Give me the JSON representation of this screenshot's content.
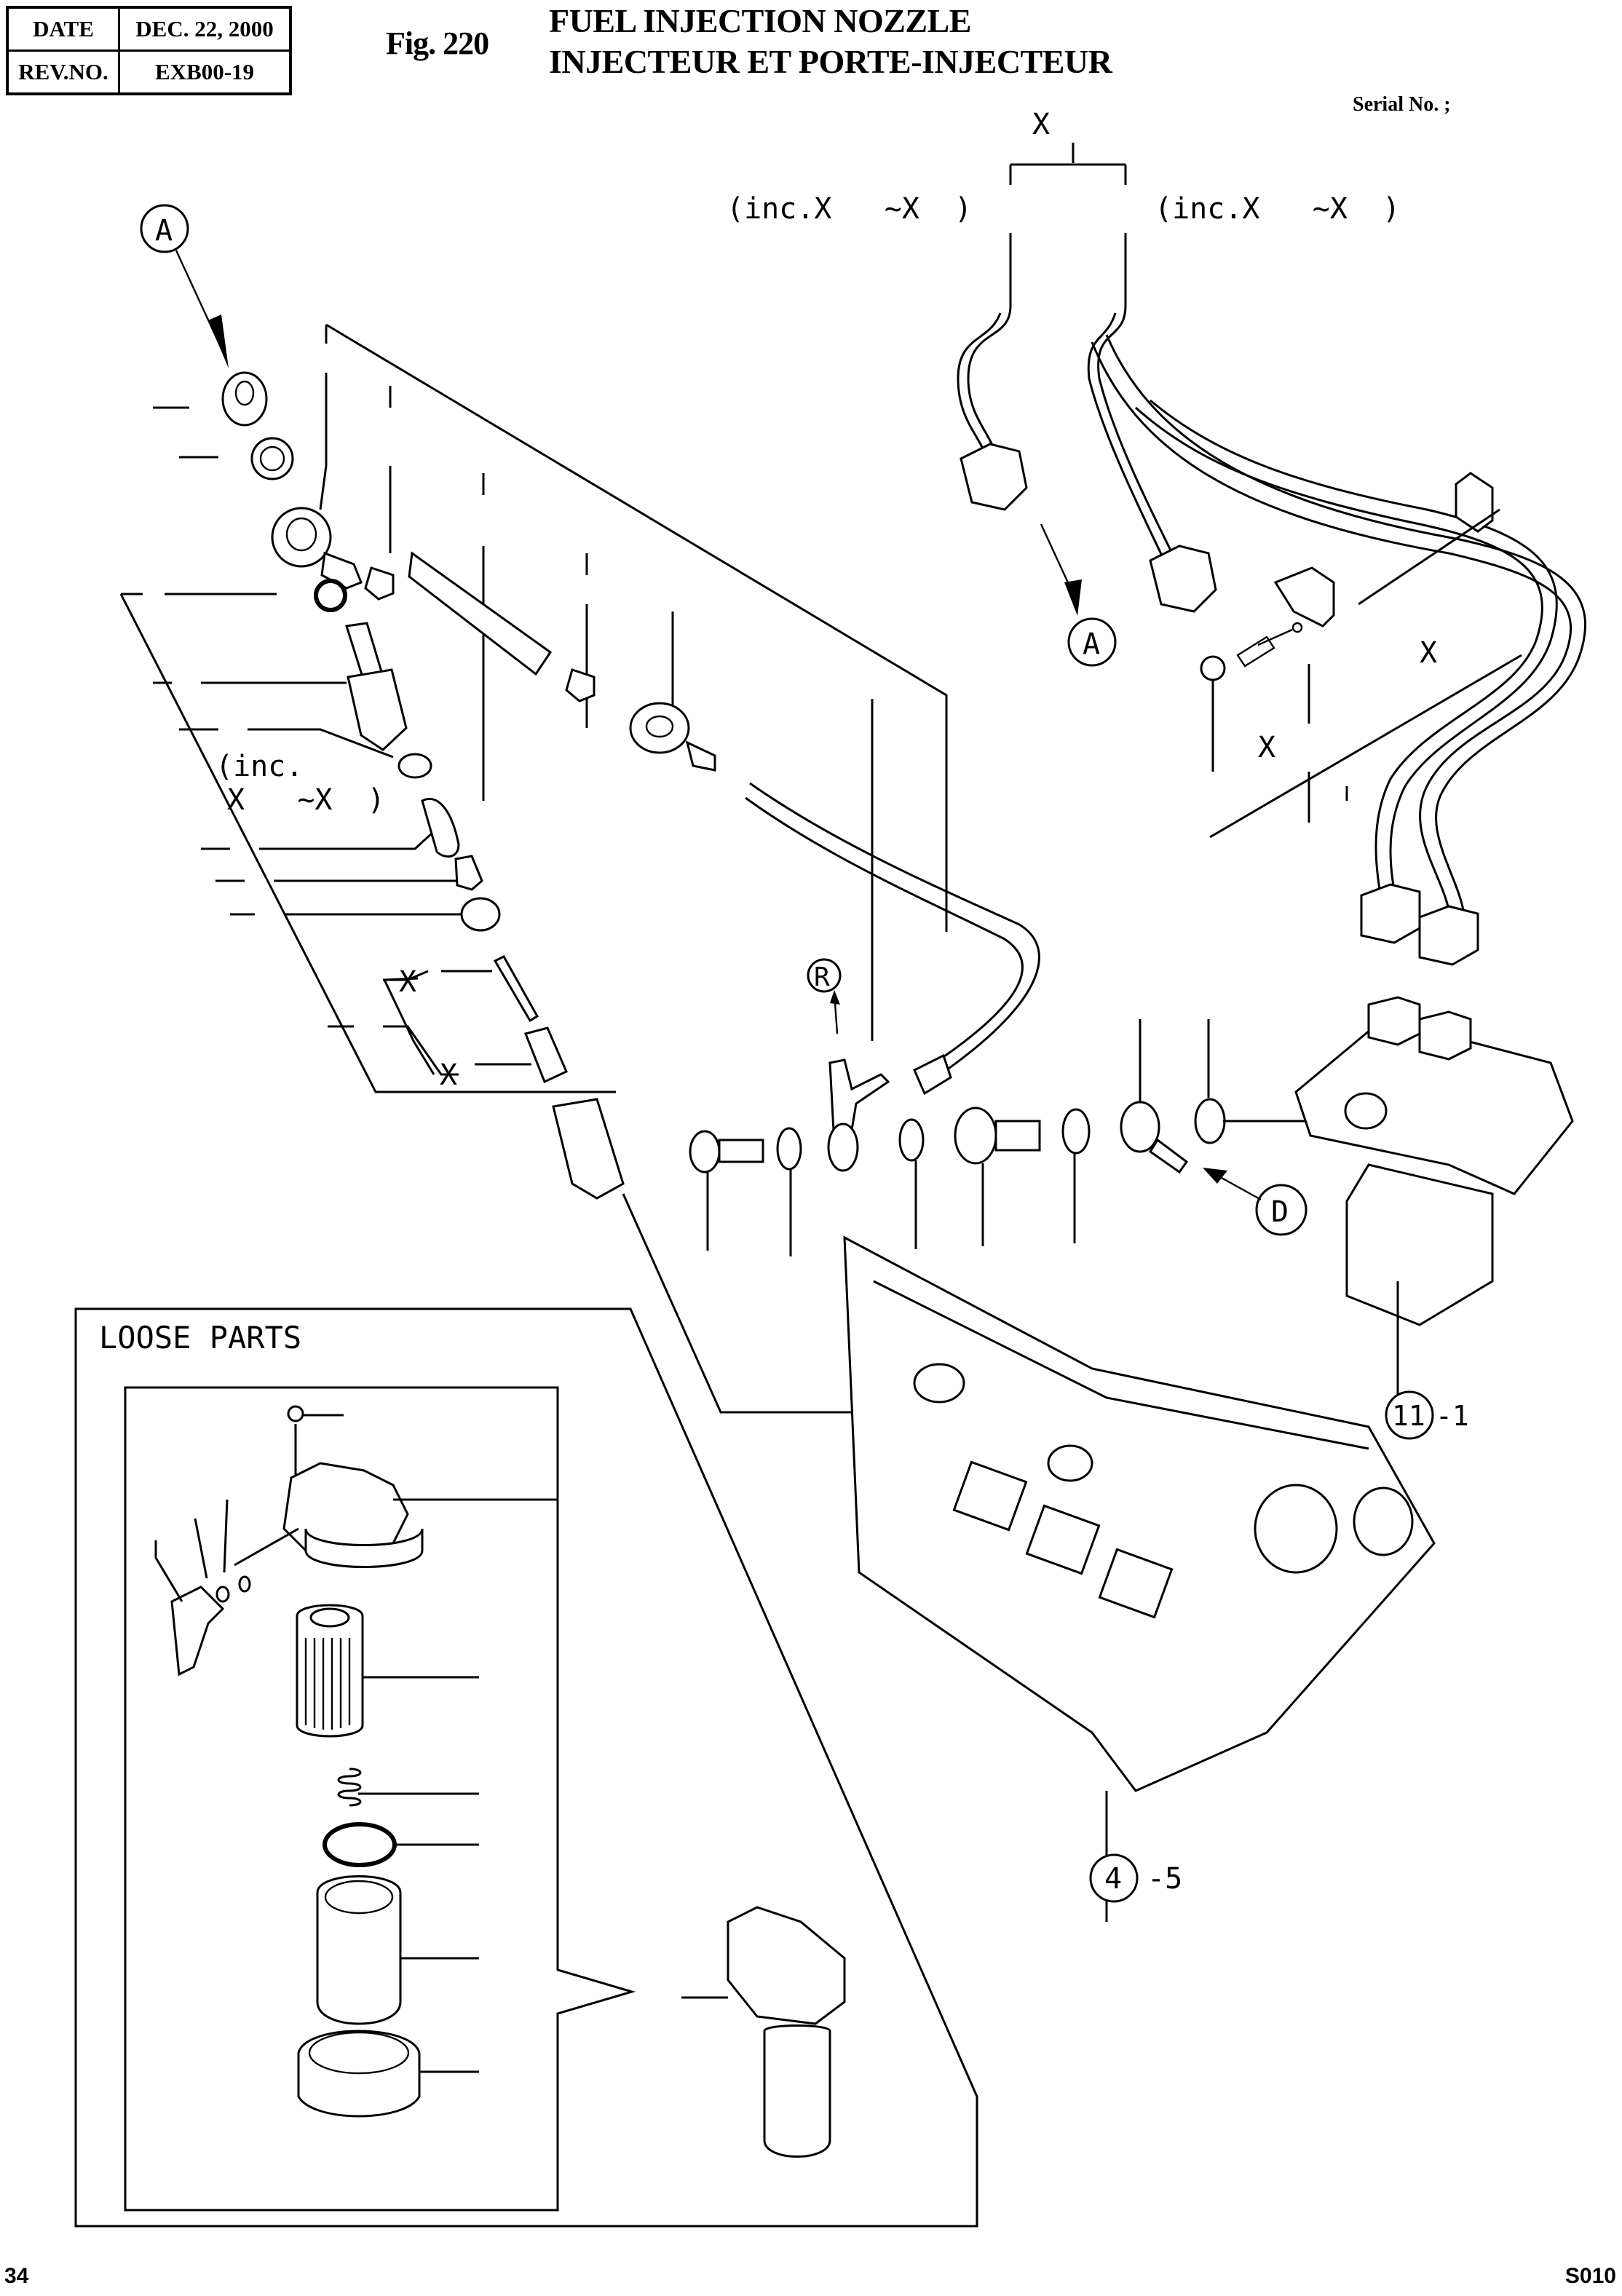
{
  "header": {
    "date_label": "DATE",
    "date_value": "DEC. 22, 2000",
    "rev_label": "REV.NO.",
    "rev_value": "EXB00-19"
  },
  "figure": {
    "label": "Fig. 220",
    "title_en": "FUEL INJECTION NOZZLE",
    "title_fr": "INJECTEUR ET PORTE-INJECTEUR",
    "serial_label": "Serial No. ;"
  },
  "callouts": {
    "top_x": "X",
    "inc_left": "(inc.X   ~X  )",
    "inc_right": "(inc.X   ~X  )",
    "inc_nozzle_line1": "(inc.",
    "inc_nozzle_line2": "X   ~X  )",
    "x_upper": "X",
    "x_lower": "X",
    "x_bracket_screw": "X",
    "x_pipe": "X"
  },
  "reference_markers": {
    "a_top": "A",
    "a_pipe": "A",
    "r": "R",
    "d": "D"
  },
  "cross_refs": {
    "pump_num": "11",
    "pump_suffix": "-1",
    "head_num": "4",
    "head_suffix": "-5"
  },
  "loose_parts": {
    "title": "LOOSE PARTS"
  },
  "footer": {
    "page_number": "34",
    "page_code": "S010"
  }
}
